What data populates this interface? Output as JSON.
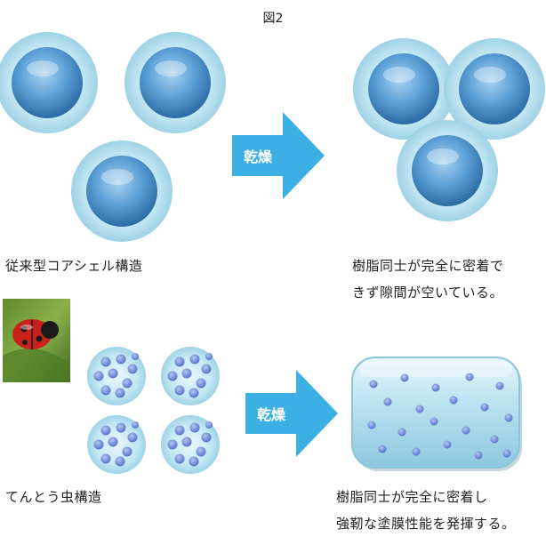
{
  "figure": {
    "title": "図2"
  },
  "arrows": [
    {
      "label": "乾燥"
    },
    {
      "label": "乾燥"
    }
  ],
  "captions": {
    "coreshell": "従来型コアシェル構造",
    "gap_line1": "樹脂同士が完全に密着で",
    "gap_line2": "きず隙間が空いている。",
    "ladybug": "てんとう虫構造",
    "dense_line1": "樹脂同士が完全に密着し",
    "dense_line2": "強靭な塗膜性能を発揮する。"
  },
  "colors": {
    "arrow": "#3cb0e5",
    "shell": "#c9ebf6",
    "core": "#5a9fd6",
    "dot": "#6f8fd8",
    "film": "#a8d8ec"
  },
  "icons": [
    "ladybug-photo-icon"
  ]
}
